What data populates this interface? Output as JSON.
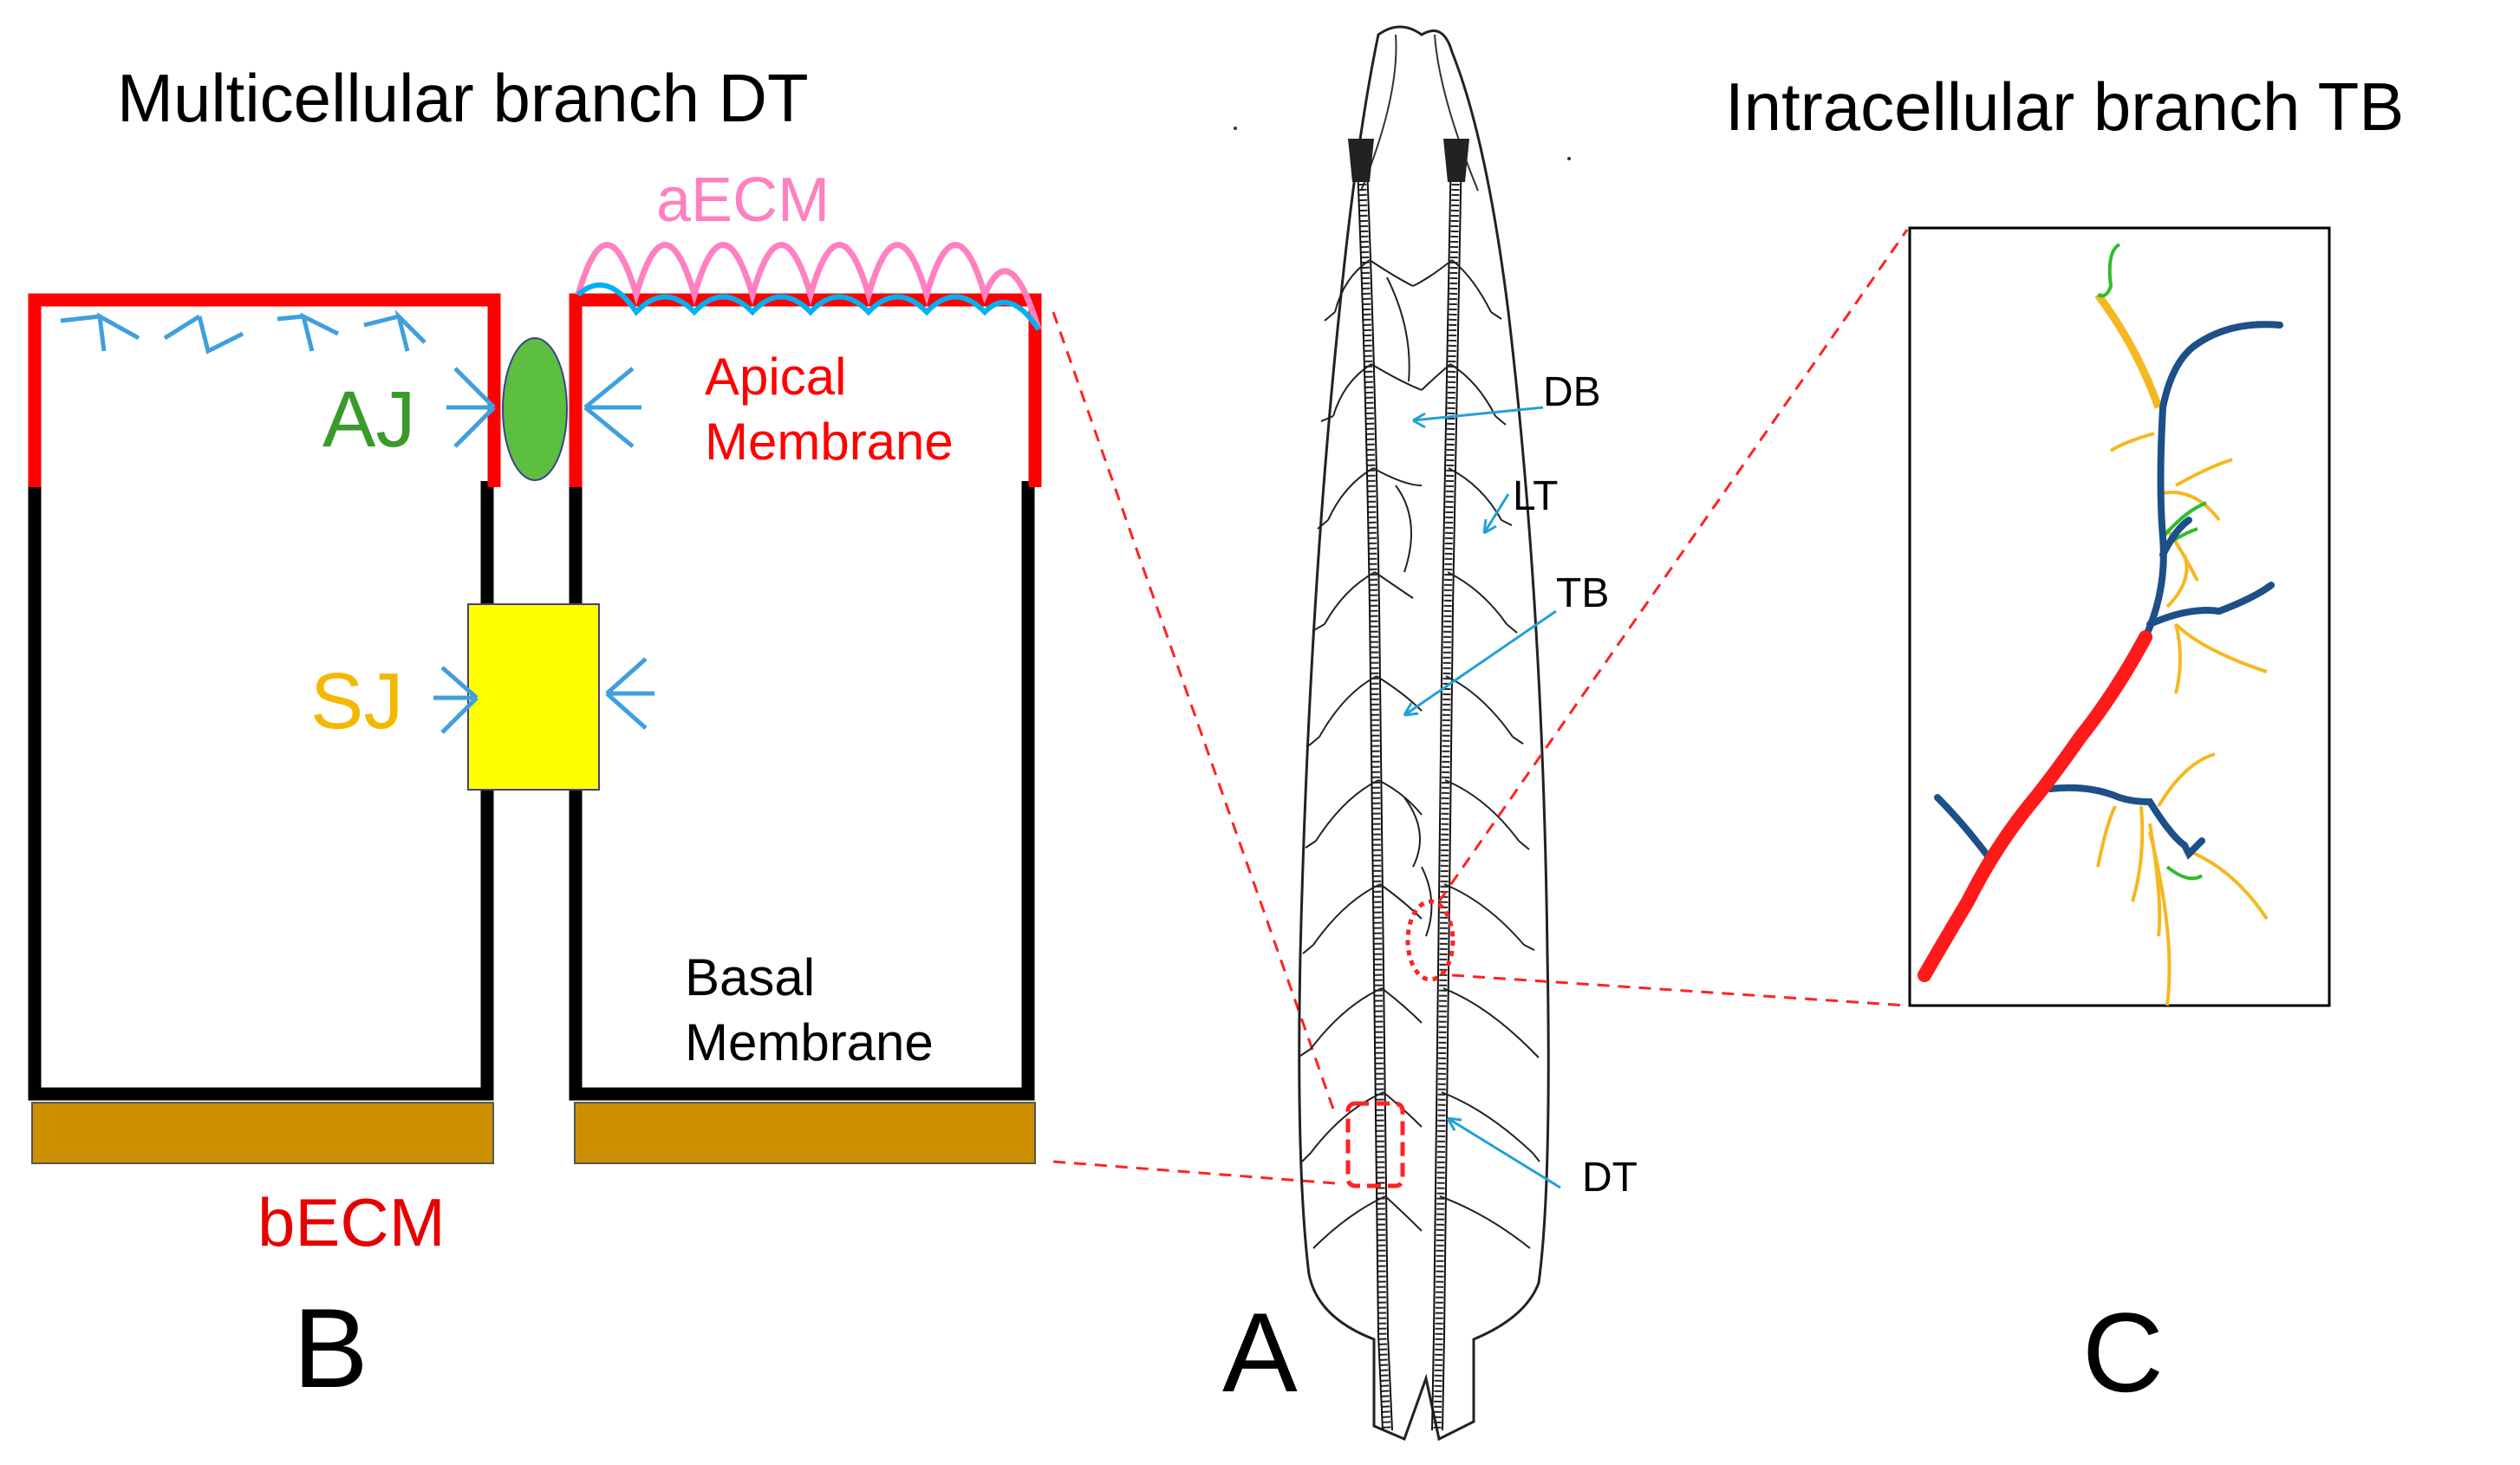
{
  "titles": {
    "left": "Multicellular branch DT",
    "right": "Intracellular branch TB"
  },
  "labels": {
    "aecm": "aECM",
    "aj": "AJ",
    "apical_line1": "Apical",
    "apical_line2": "Membrane",
    "sj": "SJ",
    "basal_line1": "Basal",
    "basal_line2": "Membrane",
    "becm": "bECM"
  },
  "panel_letters": {
    "a": "A",
    "b": "B",
    "c": "C"
  },
  "larva_labels": {
    "db": "DB",
    "lt": "LT",
    "tb": "TB",
    "dt": "DT"
  },
  "colors": {
    "apical_membrane": "#ff0000",
    "basal_membrane": "#000000",
    "aecm": "#ff80c0",
    "aecm_inner": "#00b0f0",
    "becm": "#cc8f00",
    "adherens_junction": "#5cbf3f",
    "septate_junction": "#ffff00",
    "spikes": "#3f9fdf",
    "aj_label": "#3a9a2a",
    "sj_label": "#f5b800",
    "pointer_lines": "#22a0d8",
    "zoom_lines": "#ff2222",
    "branch_red": "#ff1a1a",
    "branch_navy": "#1d4f88",
    "branch_yellow": "#f5b820",
    "branch_green": "#2ebd2e"
  }
}
